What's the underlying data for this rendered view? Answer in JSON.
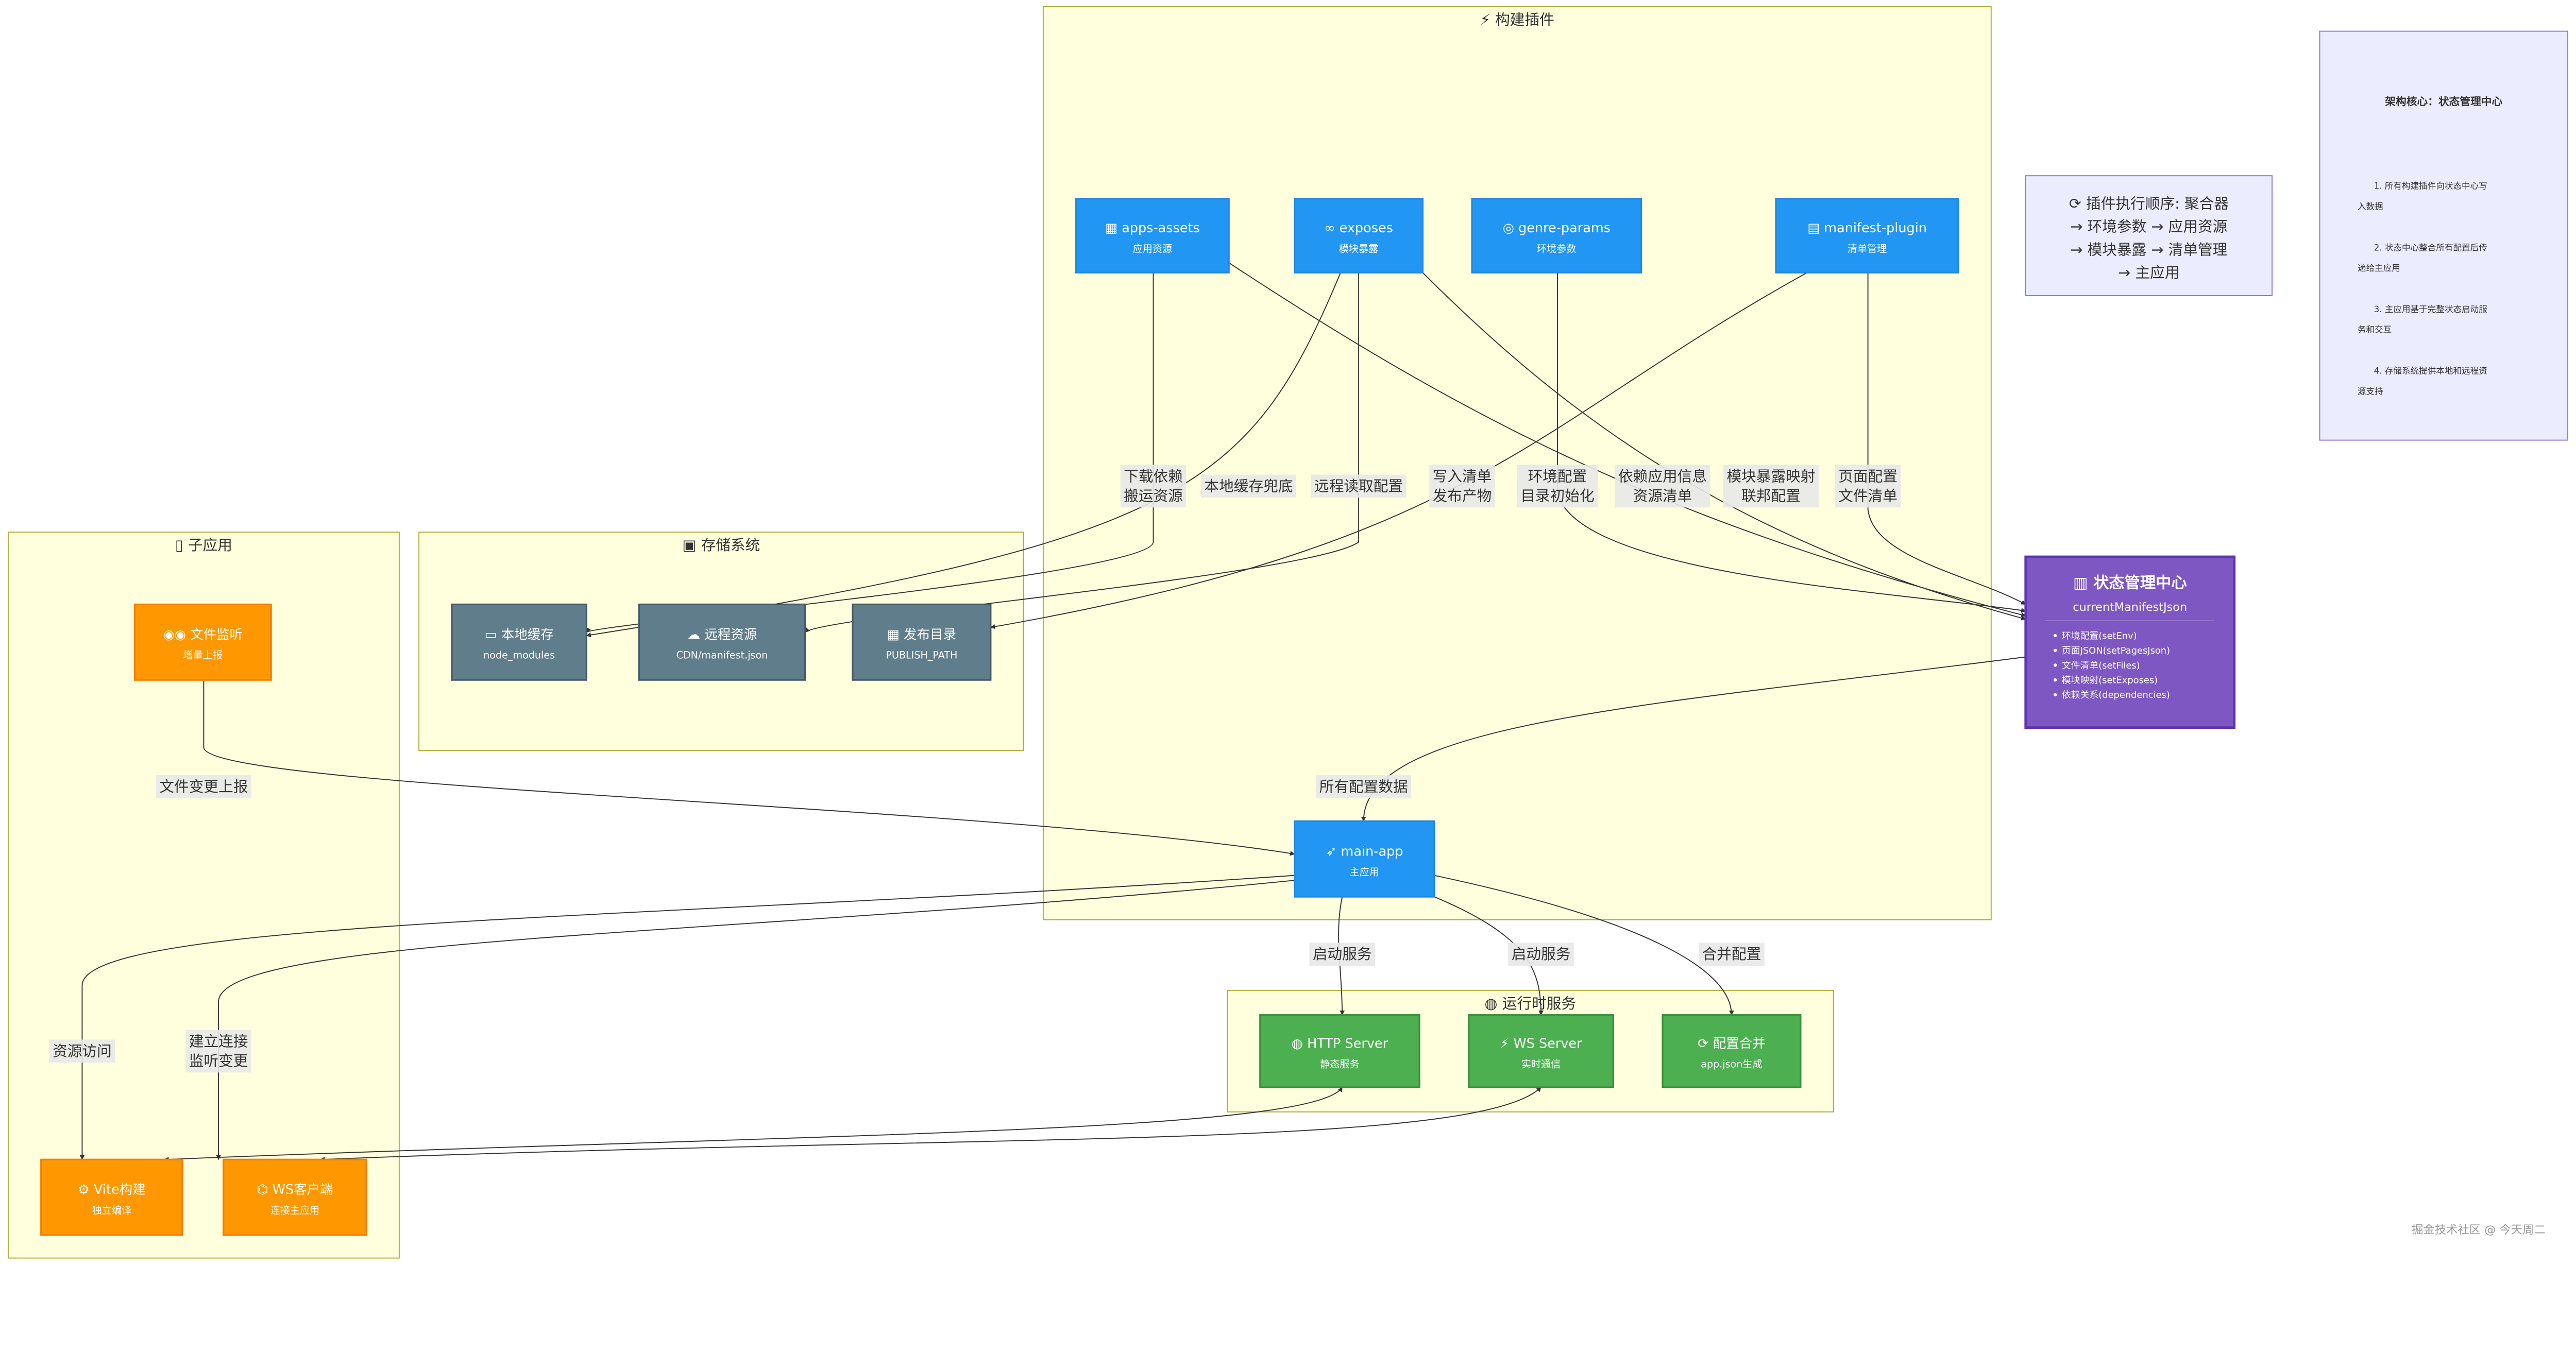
{
  "colors": {
    "plugin": "#2196f3",
    "storage": "#607d8b",
    "subapp": "#ff9800",
    "runtime": "#4caf50",
    "state": "#7e57c2",
    "cluster_fill": "#ffffde",
    "note_fill": "#ececff"
  },
  "clusters": {
    "build": {
      "icon": "plug-icon",
      "title": "构建插件"
    },
    "storage": {
      "icon": "floppy-disk-icon",
      "title": "存储系统"
    },
    "subapp": {
      "icon": "mobile-phone-icon",
      "title": "子应用"
    },
    "runtime": {
      "icon": "globe-icon",
      "title": "运行时服务"
    }
  },
  "nodes": {
    "apps_assets": {
      "icon": "package-icon",
      "title": "apps-assets",
      "sub": "应用资源"
    },
    "exposes": {
      "icon": "link-icon",
      "title": "exposes",
      "sub": "模块暴露"
    },
    "genre_params": {
      "icon": "target-icon",
      "title": "genre-params",
      "sub": "环境参数"
    },
    "manifest_plugin": {
      "icon": "clipboard-icon",
      "title": "manifest-plugin",
      "sub": "清单管理"
    },
    "main_app": {
      "icon": "rocket-icon",
      "title": "main-app",
      "sub": "主应用"
    },
    "local_cache": {
      "icon": "folder-icon",
      "title": "本地缓存",
      "sub": "node_modules"
    },
    "remote": {
      "icon": "cloud-icon",
      "title": "远程资源",
      "sub": "CDN/manifest.json"
    },
    "publish": {
      "icon": "package-icon",
      "title": "发布目录",
      "sub": "PUBLISH_PATH"
    },
    "watcher": {
      "icon": "eyes-icon",
      "title": "文件监听",
      "sub": "增量上报"
    },
    "vite": {
      "icon": "gear-icon",
      "title": "Vite构建",
      "sub": "独立编译"
    },
    "ws_client": {
      "icon": "satellite-icon",
      "title": "WS客户端",
      "sub": "连接主应用"
    },
    "http_server": {
      "icon": "globe-icon",
      "title": "HTTP Server",
      "sub": "静态服务"
    },
    "ws_server": {
      "icon": "lightning-icon",
      "title": "WS Server",
      "sub": "实时通信"
    },
    "config_merge": {
      "icon": "refresh-icon",
      "title": "配置合并",
      "sub": "app.json生成"
    }
  },
  "state_center": {
    "icon": "bar-chart-icon",
    "title": "状态管理中心",
    "sub": "currentManifestJson",
    "items": [
      "环境配置(setEnv)",
      "页面JSON(setPagesJson)",
      "文件清单(setFiles)",
      "模块映射(setExposes)",
      "依赖关系(dependencies)"
    ]
  },
  "edges": [
    {
      "from": "apps_assets",
      "to": "local_cache",
      "label": [
        "下载依赖",
        "搬运资源"
      ]
    },
    {
      "from": "exposes",
      "to": "local_cache",
      "label": [
        "本地缓存兜底"
      ]
    },
    {
      "from": "exposes",
      "to": "remote",
      "label": [
        "远程读取配置"
      ]
    },
    {
      "from": "manifest_plugin",
      "to": "publish",
      "label": [
        "写入清单",
        "发布产物"
      ]
    },
    {
      "from": "genre_params",
      "to": "state_center",
      "label": [
        "环境配置",
        "目录初始化"
      ]
    },
    {
      "from": "apps_assets",
      "to": "state_center",
      "label": [
        "依赖应用信息",
        "资源清单"
      ]
    },
    {
      "from": "exposes",
      "to": "state_center",
      "label": [
        "模块暴露映射",
        "联邦配置"
      ]
    },
    {
      "from": "manifest_plugin",
      "to": "state_center",
      "label": [
        "页面配置",
        "文件清单"
      ]
    },
    {
      "from": "state_center",
      "to": "main_app",
      "label": [
        "所有配置数据"
      ]
    },
    {
      "from": "watcher",
      "to": "main_app",
      "label": [
        "文件变更上报"
      ]
    },
    {
      "from": "main_app",
      "to": "vite",
      "label": [
        "资源访问"
      ]
    },
    {
      "from": "main_app",
      "to": "ws_client",
      "label": [
        "建立连接",
        "监听变更"
      ]
    },
    {
      "from": "main_app",
      "to": "http_server",
      "label": [
        "启动服务"
      ]
    },
    {
      "from": "main_app",
      "to": "ws_server",
      "label": [
        "启动服务"
      ]
    },
    {
      "from": "main_app",
      "to": "config_merge",
      "label": [
        "合并配置"
      ]
    },
    {
      "from": "http_server",
      "to": "vite",
      "label": [],
      "bidirectional": true
    },
    {
      "from": "ws_server",
      "to": "ws_client",
      "label": [],
      "bidirectional": true
    }
  ],
  "notes": {
    "order": {
      "icon": "refresh-icon",
      "lines": [
        "插件执行顺序: 聚合器",
        "→ 环境参数 → 应用资源",
        "→ 模块暴露 → 清单管理",
        "→ 主应用"
      ]
    },
    "core": {
      "title": "架构核心：状态管理中心",
      "paragraphs": [
        [
          "1. 所有构建插件向状态中心写",
          "入数据"
        ],
        [
          "2. 状态中心整合所有配置后传",
          "递给主应用"
        ],
        [
          "3. 主应用基于完整状态启动服",
          "务和交互"
        ],
        [
          "4. 存储系统提供本地和远程资",
          "源支持"
        ]
      ]
    }
  },
  "watermark": "掘金技术社区 @ 今天周二"
}
